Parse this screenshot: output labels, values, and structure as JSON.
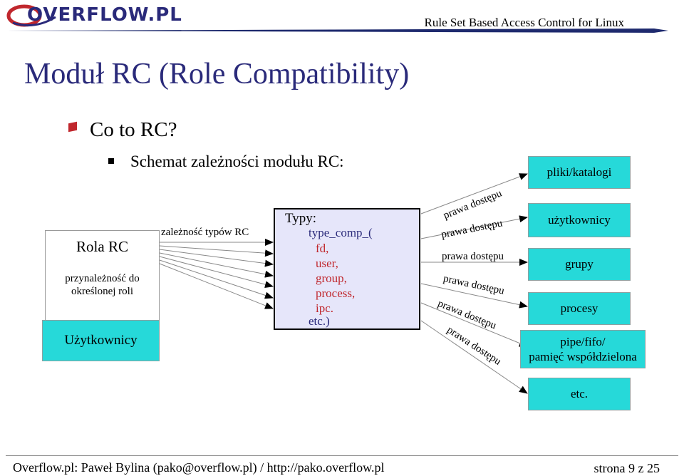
{
  "header": {
    "logo_text": "OVERFLOW.PL",
    "title": "Rule Set Based Access Control for Linux"
  },
  "slide": {
    "title": "Moduł RC (Role Compatibility)",
    "bullet1": "Co to RC?",
    "bullet2": "Schemat zależności modułu RC:"
  },
  "diagram": {
    "rola_title": "Rola RC",
    "rola_sub_line1": "przynależność do",
    "rola_sub_line2": "określonej roli",
    "users_box": "Użytkownicy",
    "dependency_label": "zależność typów RC",
    "types_title": "Typy:",
    "types_first": "type_comp_(",
    "types_items": [
      "fd,",
      "user,",
      "group,",
      "process,",
      "ipc."
    ],
    "types_etc": "etc.)",
    "access_label": "prawa dostępu",
    "targets": [
      "pliki/katalogi",
      "użytkownicy",
      "grupy",
      "procesy",
      "pipe/fifo/",
      "pamięć współdzielona",
      "etc."
    ]
  },
  "colors": {
    "accent_blue": "#2a2a7a",
    "accent_red": "#c0272d",
    "box_cyan": "#26d9d9",
    "types_bg": "#e6e6fa"
  },
  "footer": {
    "left": "Overflow.pl: Paweł Bylina (pako@overflow.pl) / http://pako.overflow.pl",
    "right": "strona 9 z 25"
  }
}
